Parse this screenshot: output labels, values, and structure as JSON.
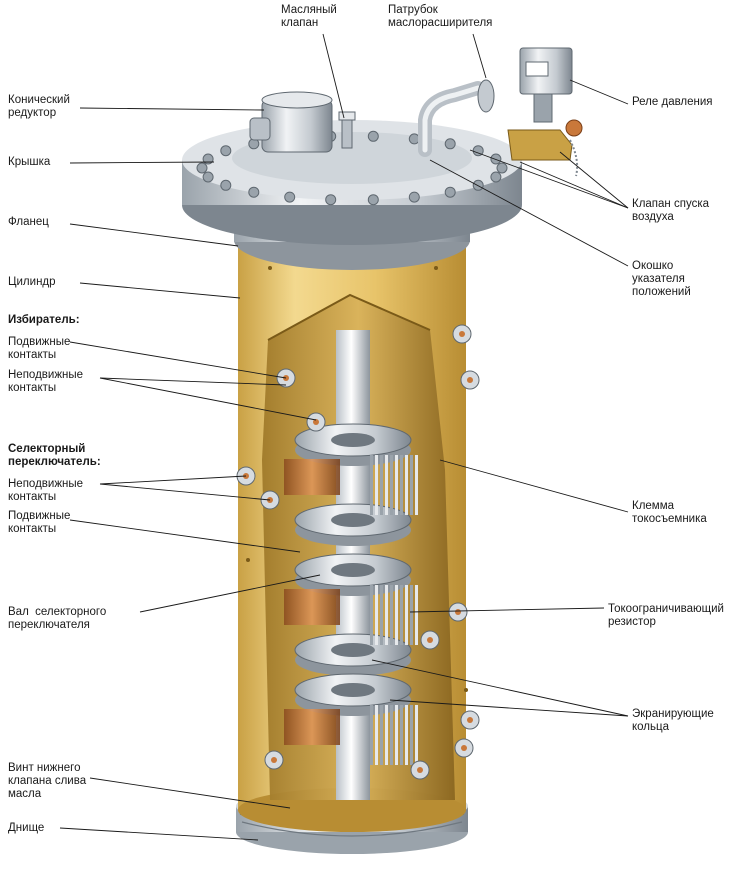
{
  "labels": {
    "maslyany_klapan": "Масляный\nклапан",
    "patrubok": "Патрубок\nмаслорасширителя",
    "konichesky_reduktor": "Конический\nредуктор",
    "rele_davleniya": "Реле давления",
    "kryshka": "Крышка",
    "klapan_spuska": "Клапан спуска\nвоздуха",
    "flanets": "Фланец",
    "okoshko": "Окошко\nуказателя\nположений",
    "tsilindr": "Цилиндр",
    "izbiratel": "Избиратель:",
    "podvizhnye_1": "Подвижные\nконтакты",
    "nepodvizhnye_1": "Неподвижные\nконтакты",
    "selektorny": "Селекторный\nпереключатель:",
    "nepodvizhnye_2": "Неподвижные\nконтакты",
    "podvizhnye_2": "Подвижные\nконтакты",
    "klemma": "Клемма\nтокосъемника",
    "val": "Вал  селекторного\nпереключателя",
    "tokoogranich": "Токоограничивающий\nрезистор",
    "ekraniruyuschie": "Экранирующие\nкольца",
    "vint": "Винт нижнего\nклапана слива\nмасла",
    "dnische": "Днище"
  },
  "colors": {
    "cylinder": "#e8c46a",
    "cylinder_shadow": "#c9a145",
    "metal_light": "#e6e9ec",
    "metal_mid": "#b9c0c7",
    "metal_dark": "#7d868f",
    "copper": "#c9783a",
    "leader": "#1a1a1a"
  }
}
